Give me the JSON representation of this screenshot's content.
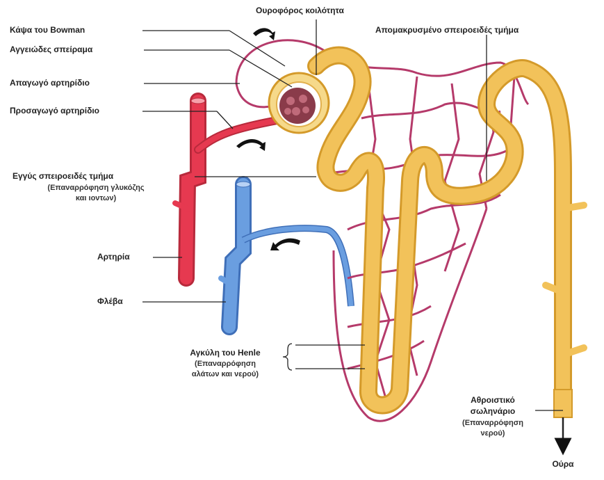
{
  "labels": {
    "bowman_capsule": "Κάψα του Bowman",
    "glomerulus": "Αγγειώδες σπείραμα",
    "efferent_arteriole": "Απαγωγό αρτηρίδιο",
    "afferent_arteriole": "Προσαγωγό αρτηρίδιο",
    "urinary_space": "Ουροφόρος κοιλότητα",
    "distal_tubule": "Απομακρυσμένο σπειροειδές τμήμα",
    "proximal_tubule": "Εγγύς σπειροειδές τμήμα",
    "proximal_tubule_note_1": "(Επαναρρόφηση γλυκόζης",
    "proximal_tubule_note_2": "και ιοντων)",
    "artery": "Αρτηρία",
    "vein": "Φλέβα",
    "loop_of_henle": "Αγκύλη του Henle",
    "loop_of_henle_note_1": "(Επαναρρόφηση",
    "loop_of_henle_note_2": "αλάτων και νερού)",
    "collecting_duct_1": "Αθροιστικό",
    "collecting_duct_2": "σωληνάριο",
    "collecting_duct_note_1": "(Επαναρρόφηση",
    "collecting_duct_note_2": "νερού)",
    "urine": "Ούρα"
  },
  "colors": {
    "artery": "#e63950",
    "vein": "#6a9ee0",
    "tubule": "#f2c25a",
    "tubule_edge": "#d49a2a",
    "capillary": "#b53a6a",
    "label_line": "#222222"
  }
}
